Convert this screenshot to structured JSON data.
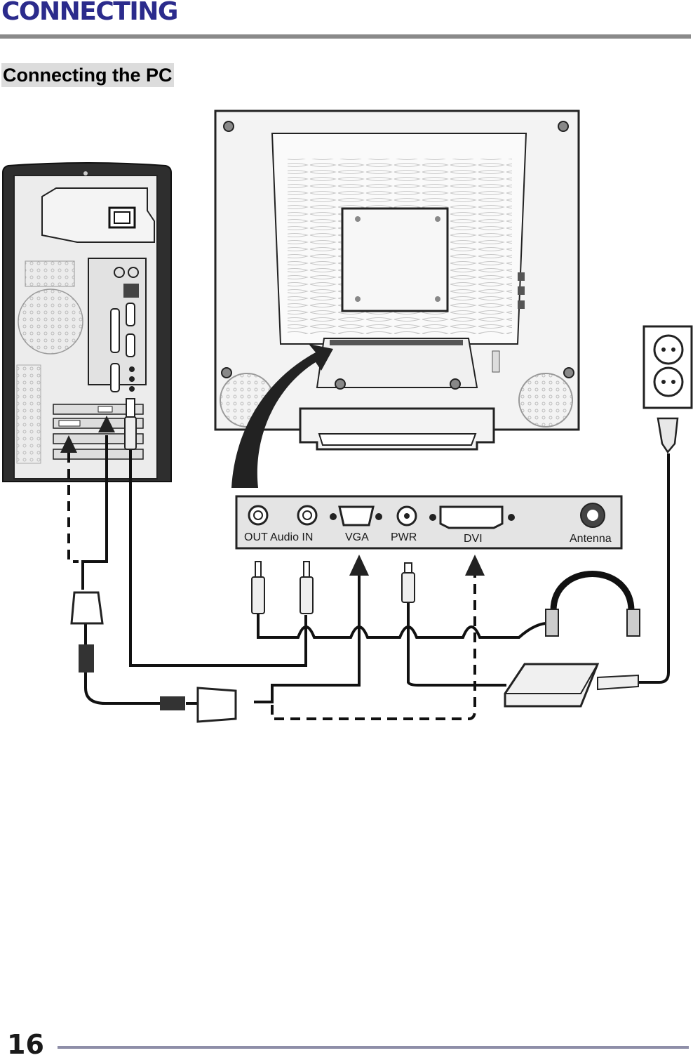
{
  "header": {
    "title": "CONNECTING"
  },
  "section": {
    "title": "Connecting the PC"
  },
  "panel": {
    "labels": {
      "audio": "OUT Audio IN",
      "vga": "VGA",
      "pwr": "PWR",
      "dvi": "DVI",
      "antenna": "Antenna"
    }
  },
  "footer": {
    "page_number": "16"
  },
  "colors": {
    "heading": "#2b2b8c",
    "rule": "#8a8a8a",
    "footer_rule": "#8e8ea8"
  }
}
